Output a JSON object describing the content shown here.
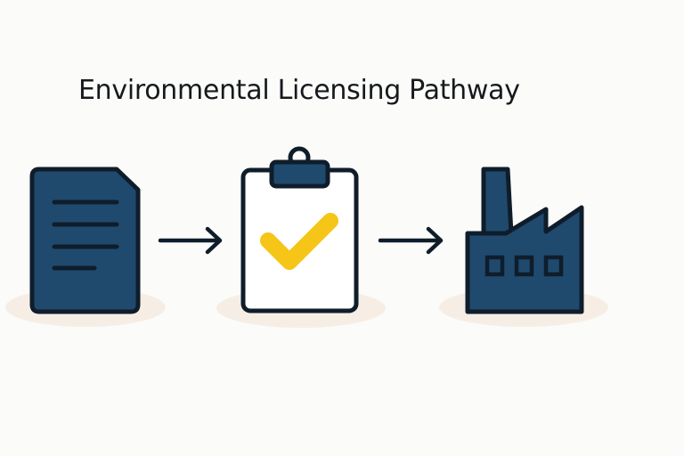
{
  "title": "Environmental Licensing Pathway",
  "steps": [
    {
      "id": "application",
      "icon": "document-icon"
    },
    {
      "id": "approval",
      "icon": "clipboard-check-icon"
    },
    {
      "id": "operation",
      "icon": "factory-icon"
    }
  ],
  "connectors": [
    {
      "from": "application",
      "to": "approval",
      "icon": "arrow-right-icon"
    },
    {
      "from": "approval",
      "to": "operation",
      "icon": "arrow-right-icon"
    }
  ],
  "colors": {
    "navy": "#1f4a6e",
    "outline": "#0f1d2b",
    "check": "#f5c518",
    "shadow": "#f6eee5",
    "background": "#fbfbf9"
  }
}
